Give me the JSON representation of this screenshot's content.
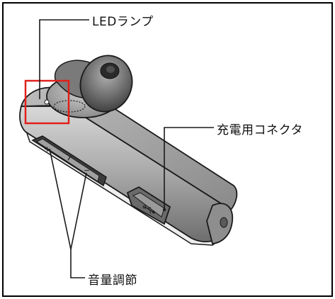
{
  "figure": {
    "labels": {
      "led": "LEDランプ",
      "charging_connector": "充電用コネクタ",
      "volume": "音量調節"
    },
    "volume_symbols": {
      "plus": "+",
      "minus": "−"
    },
    "colors": {
      "body_light": "#c8c8c8",
      "body_mid": "#9a9a9a",
      "body_dark": "#5a5a5a",
      "outline": "#1a1a1a",
      "highlight_box": "#e0201c"
    },
    "icons": [
      "usb-icon"
    ]
  }
}
